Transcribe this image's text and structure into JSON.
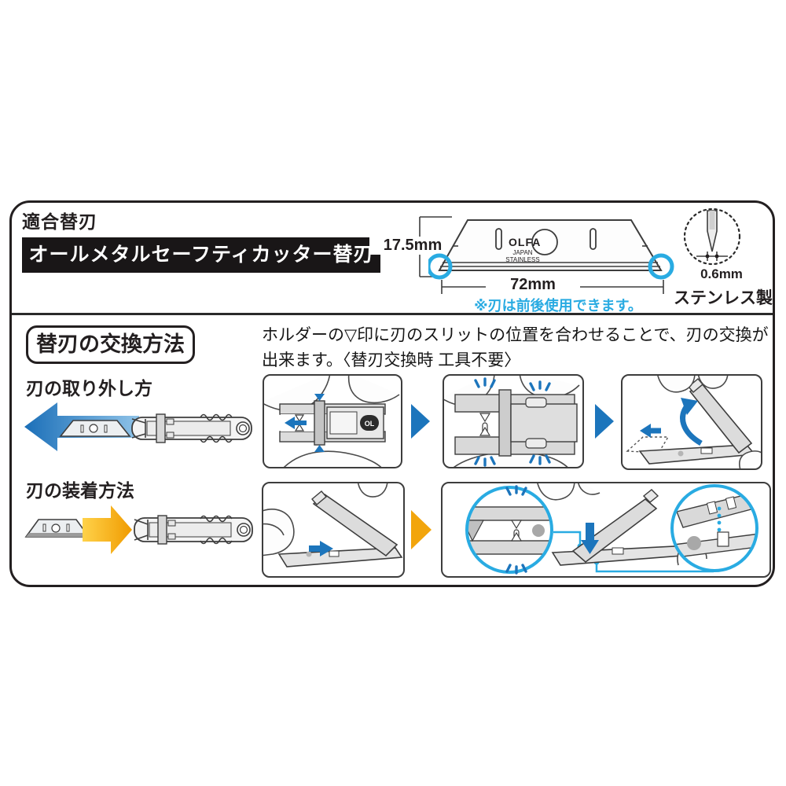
{
  "colors": {
    "accent_cyan": "#29abe2",
    "arrow_blue": "#1c75bc",
    "arrow_yellow": "#f2a50c",
    "ink": "#231f20"
  },
  "compat": {
    "heading": "適合替刃",
    "product": "オールメタルセーフティカッター替刃",
    "blade": {
      "brand": "OLFA",
      "origin": "JAPAN",
      "steel": "STAINLESS"
    },
    "height": "17.5mm",
    "width": "72mm",
    "thickness": "0.6mm",
    "note": "※刃は前後使用できます。",
    "material": "ステンレス製"
  },
  "replace": {
    "title": "替刃の交換方法",
    "description": "ホルダーの▽印に刃のスリットの位置を合わせることで、刃の交換が出来ます。〈替刃交換時 工具不要〉",
    "remove_label": "刃の取り外し方",
    "attach_label": "刃の装着方法",
    "logo_fragment": "OL"
  }
}
